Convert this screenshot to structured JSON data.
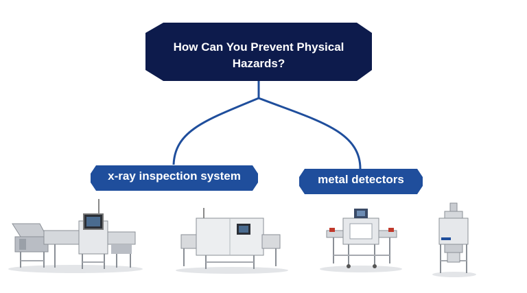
{
  "root": {
    "title_line1": "How Can You Prevent Physical",
    "title_line2": "Hazards?"
  },
  "branches": [
    {
      "label": "x-ray inspection system"
    },
    {
      "label": "metal detectors"
    }
  ],
  "images": [
    {
      "name": "x-ray-inspection-machine-conveyor"
    },
    {
      "name": "x-ray-inspection-machine-cabinet"
    },
    {
      "name": "metal-detector-conveyor"
    },
    {
      "name": "metal-detector-gravity"
    }
  ],
  "colors": {
    "navy": "#0d1b4c",
    "blue": "#1f4e9c",
    "connector": "#1f4e9c"
  }
}
